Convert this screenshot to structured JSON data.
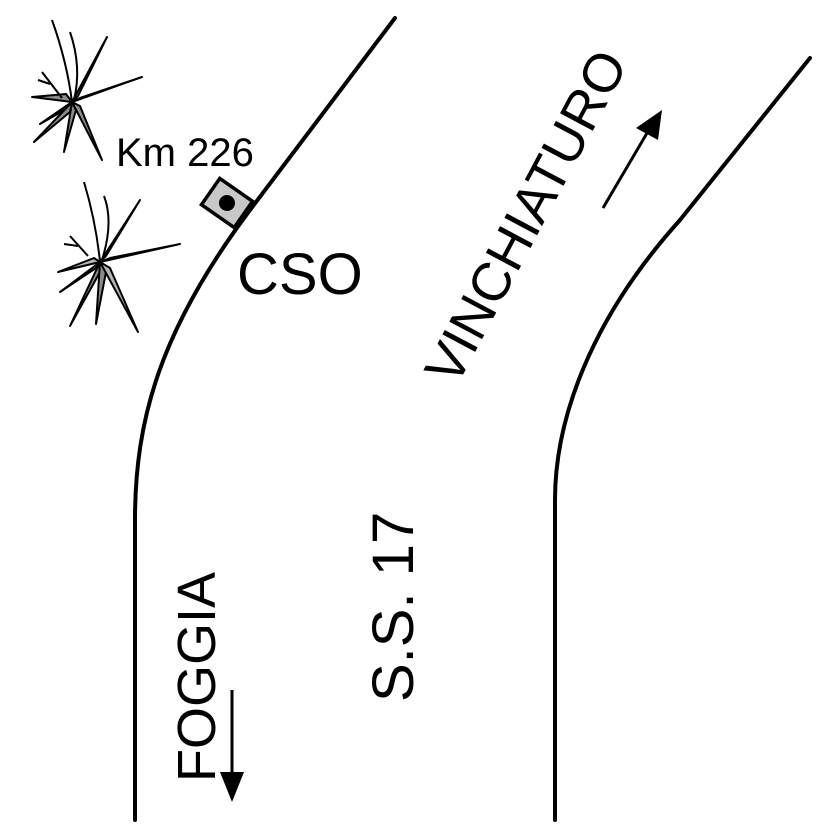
{
  "map": {
    "km_label": "Km 226",
    "station_label": "CSO",
    "road_label": "S.S. 17",
    "north_destination": "VINCHIATURO",
    "south_destination": "FOGGIA"
  },
  "icons": {
    "station_marker": "square-station-marker-icon",
    "plant": "agave-plant-icon",
    "arrow_north": "arrow-northeast-icon",
    "arrow_south": "arrow-down-icon"
  },
  "colors": {
    "road_line": "#000000",
    "plant_fill": "#8a8a8a",
    "plant_light_fill": "#b4b4b4",
    "marker_fill": "#c8c8c8",
    "background": "#ffffff"
  }
}
